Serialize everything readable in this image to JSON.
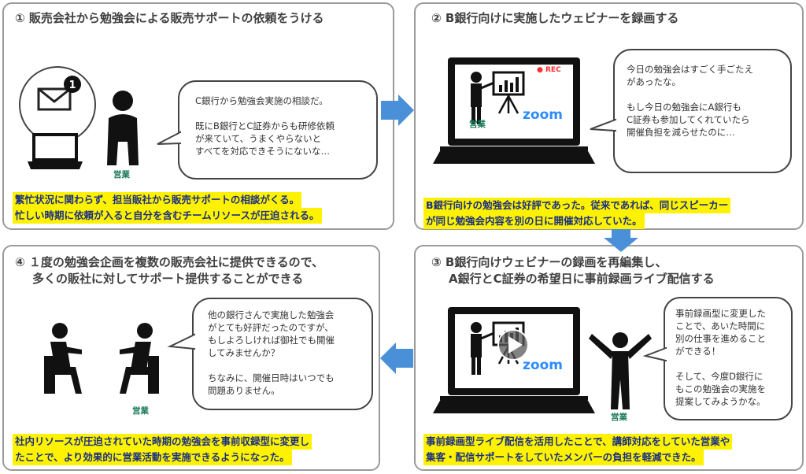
{
  "panel1": {
    "title": "① 販売会社から勉強会による販売サポートの依頼をうける",
    "badge": "1",
    "person_label": "営業",
    "bubble": "C銀行から勉強会実施の相談だ。\n\n既にB銀行とC証券からも研修依頼\nが来ていて、うまくやらないと\nすべてを対応できそうにないな…",
    "summary_line1": "繁忙状況に関わらず、担当販社から販売サポートの相談がくる。",
    "summary_line2": "忙しい時期に依頼が入ると自分を含むチームリソースが圧迫される。"
  },
  "panel2": {
    "title": "② B銀行向けに実施したウェビナーを録画する",
    "rec": "● REC",
    "zoom": "zoom",
    "person_label": "営業",
    "bubble": "今日の勉強会はすごく手ごたえ\nがあったな。\n\nもし今日の勉強会にA銀行も\nC証券も参加してくれていたら\n開催負担を減らせたのに…",
    "summary_line1": "B銀行向けの勉強会は好評であった。従来であれば、同じスピーカー",
    "summary_line2": "が同じ勉強会内容を別の日に開催対応していた。"
  },
  "panel3": {
    "title_line1": "③ B銀行向けウェビナーの録画を再編集し、",
    "title_line2": "A銀行とC証券の希望日に事前録画ライブ配信する",
    "zoom": "zoom",
    "person_label": "営業",
    "bubble": "事前録画型に変更した\nことで、あいた時間に\n別の仕事を進めること\nができる！\n\nそして、今度D銀行に\nもこの勉強会の実施を\n提案してみようかな。",
    "summary_line1": "事前録画型ライブ配信を活用したことで、講師対応をしていた営業や",
    "summary_line2": "集客・配信サポートをしていたメンバーの負担を軽減できた。"
  },
  "panel4": {
    "title_line1": "④ １度の勉強会企画を複数の販売会社に提供できるので、",
    "title_line2": "多くの販社に対してサポート提供することができる",
    "person_label": "営業",
    "bubble": "他の銀行さんで実施した勉強会\nがとても好評だったのですが、\nもしよろしければ御社でも開催\nしてみませんか？\n\nちなみに、開催日時はいつでも\n問題ありません。",
    "summary_line1": "社内リソースが圧迫されていた時期の勉強会を事前収録型に変更し",
    "summary_line2": "たことで、より効果的に営業活動を実施できるようになった。"
  },
  "colors": {
    "arrow": "#4a90d9",
    "highlight": "#fff200",
    "summary_text": "#1a2f86",
    "label": "#1a7a5a",
    "zoom": "#2d8cff"
  }
}
